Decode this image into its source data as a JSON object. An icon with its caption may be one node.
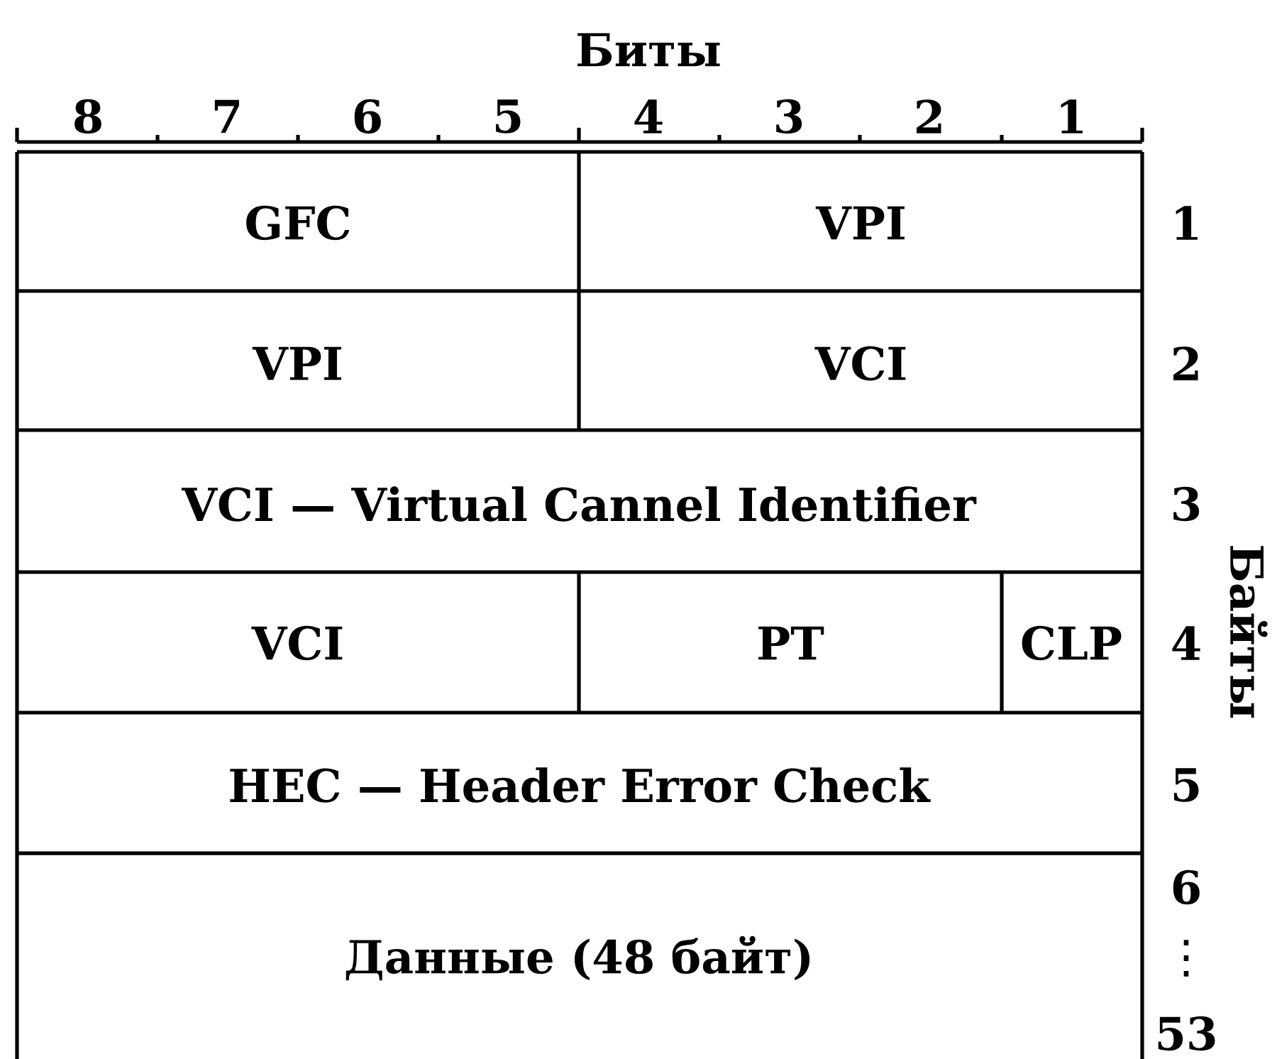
{
  "diagram": {
    "labels": [
      "Биты",
      "8",
      "7",
      "6",
      "5",
      "4",
      "3",
      "2",
      "1",
      "GFC",
      "VPI",
      "1",
      "VPI",
      "VCI",
      "2",
      "VCI — Virtual Cannel Identifier",
      "3",
      "VCI",
      "PT",
      "CLP",
      "4",
      "HEC — Header Error Check",
      "5",
      "Данные (48 байт)",
      "6",
      "⋮",
      "53",
      "Байты"
    ]
  }
}
